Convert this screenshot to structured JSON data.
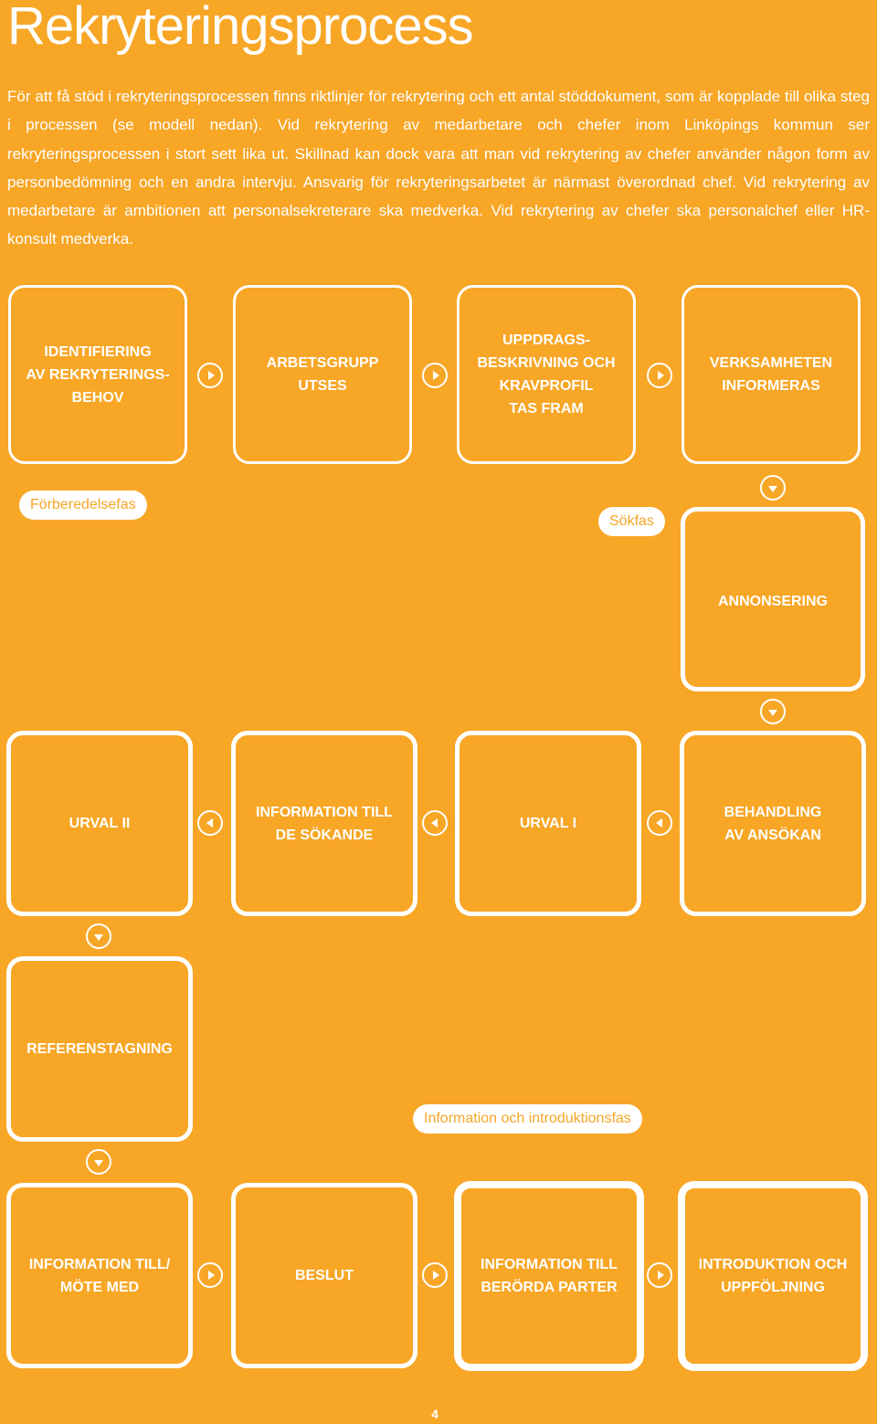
{
  "title": "Rekryteringsprocess",
  "intro": "För att få stöd i rekryteringsprocessen finns riktlinjer för rekrytering och ett antal stöddokument, som är kopplade till olika steg i processen (se modell nedan). Vid rekrytering av medarbetare och chefer inom Linköpings kommun ser rekryteringsprocessen i stort sett lika ut. Skillnad kan dock vara att man vid rekrytering av chefer använder någon form av personbedömning och en andra intervju. Ansvarig för rekryteringsarbetet är närmast överordnad chef. Vid rekrytering av medarbetare är ambitionen att personalsekreterare ska medverka. Vid rekrytering av chefer ska personalchef eller HR-konsult medverka.",
  "steps": {
    "identifiering": "IDENTIFIERING\nAV REKRYTERINGS-\nBEHOV",
    "arbetsgrupp": "ARBETSGRUPP\nUTSES",
    "uppdrag": "UPPDRAGS-\nBESKRIVNING OCH\nKRAVPROFIL\nTAS FRAM",
    "verksamheten": "VERKSAMHETEN\nINFORMERAS",
    "annonsering": "ANNONSERING",
    "behandling": "BEHANDLING\nAV ANSÖKAN",
    "urval1": "URVAL I",
    "information_sokande": "INFORMATION TILL\nDE SÖKANDE",
    "urval2": "URVAL II",
    "referenstagning": "REFERENSTAGNING",
    "information_mote": "INFORMATION TILL/\nMÖTE MED",
    "beslut": "BESLUT",
    "information_berorda": "INFORMATION TILL\nBERÖRDA PARTER",
    "introduktion": "INTRODUKTION OCH\nUPPFÖLJNING"
  },
  "phases": {
    "forberedelse": "Förberedelsefas",
    "sok": "Sökfas",
    "information": "Information och introduktionsfas"
  },
  "page_number": "4"
}
